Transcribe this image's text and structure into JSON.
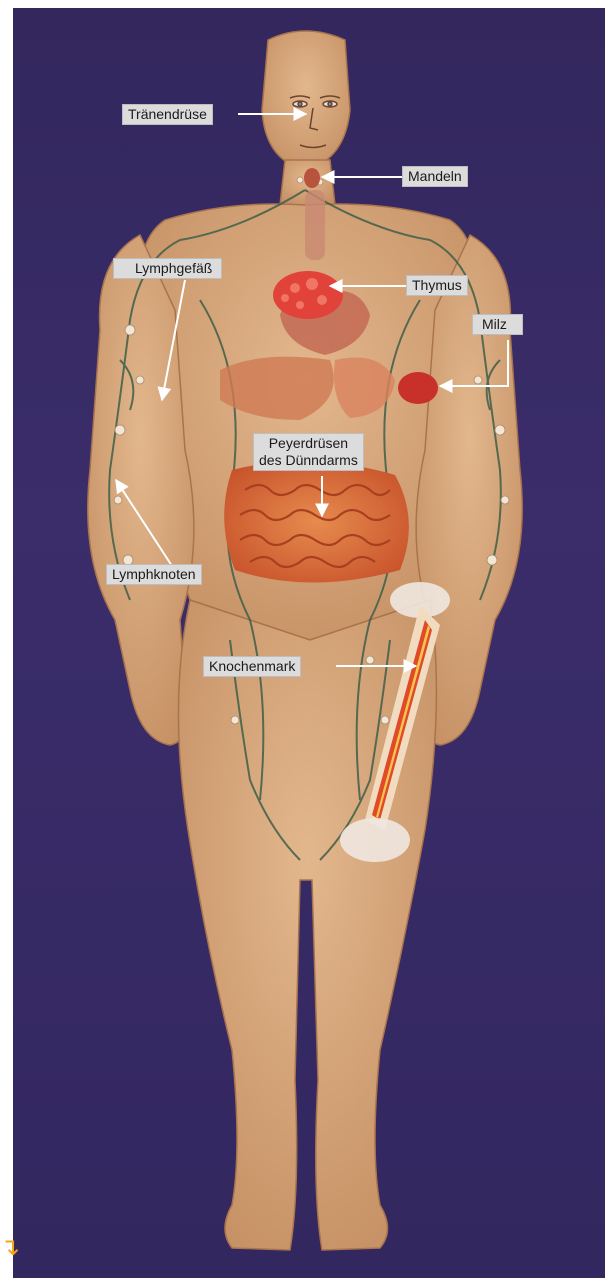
{
  "labels": {
    "traenendruese": "Tränendrüse",
    "mandeln": "Mandeln",
    "lymphgefaess": "Lymphgefäß",
    "thymus": "Thymus",
    "milz": "Milz",
    "peyer_line1": "Peyerdrüsen",
    "peyer_line2": "des Dünndarms",
    "lymphknoten": "Lymphknoten",
    "knochenmark": "Knochenmark"
  },
  "colors": {
    "background": "#372a64",
    "skin": "#d6a57a",
    "label_bg": "#dcdcdc",
    "organ_red": "#d9362c",
    "lymph_green": "#3f5f4a"
  },
  "icons": {
    "corner_mark": "orange-arrow-icon"
  }
}
